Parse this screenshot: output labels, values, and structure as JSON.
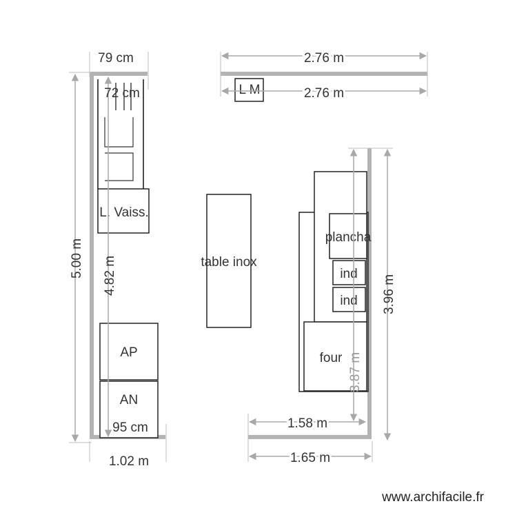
{
  "plan": {
    "dimensions": {
      "top_left_width": "79 cm",
      "top_left_inner": "72 cm",
      "left_outer_height": "5.00 m",
      "left_inner_height": "4.82 m",
      "bottom_left_inner": "95 cm",
      "bottom_left_outer": "1.02 m",
      "top_wall_outer": "2.76 m",
      "top_wall_inner": "2.76 m",
      "right_outer_height": "3.96 m",
      "right_inner_height": "3.87 m",
      "bottom_right_inner": "1.58 m",
      "bottom_right_outer": "1.65 m"
    },
    "furniture": {
      "dishwasher": "L. Vaiss.",
      "table": "table inox",
      "plancha": "plancha",
      "induction_1": "ind",
      "induction_2": "ind",
      "oven": "four",
      "ap": "AP",
      "an": "AN",
      "lm": "L M"
    }
  },
  "watermark": "www.archifacile.fr",
  "colors": {
    "wall": "#b3b3b3",
    "dimension": "#a8a8a8",
    "outline": "#222222"
  }
}
